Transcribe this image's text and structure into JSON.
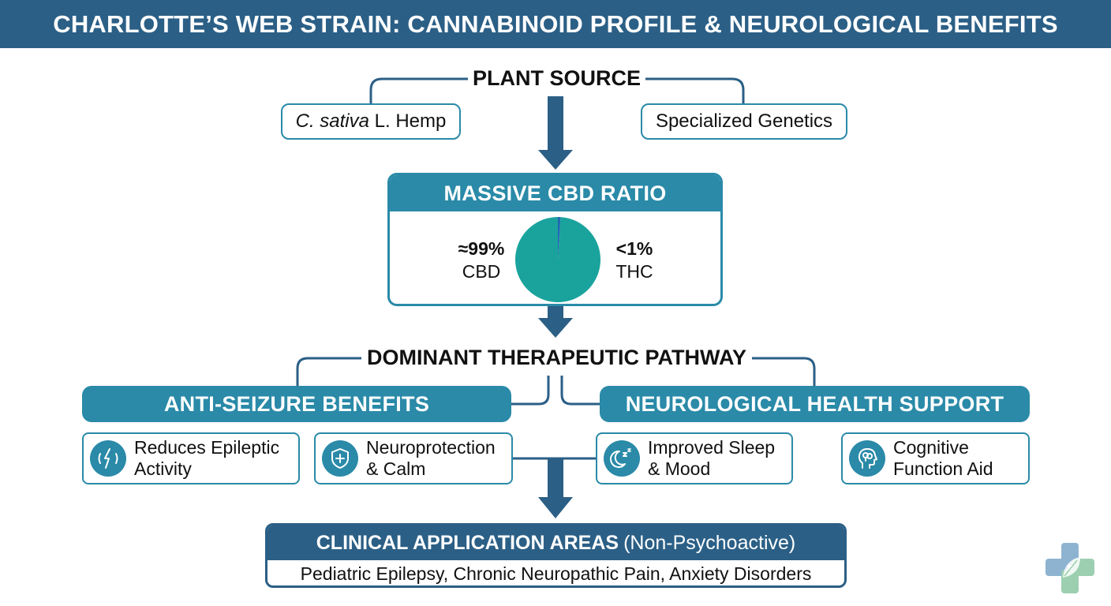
{
  "title": "CHARLOTTE’S WEB STRAIN: CANNABINOID PROFILE & NEUROLOGICAL BENEFITS",
  "plant_source": {
    "heading": "PLANT SOURCE",
    "left_italic": "C. sativa",
    "left_rest": " L. Hemp",
    "right": "Specialized Genetics"
  },
  "ratio": {
    "heading": "MASSIVE CBD RATIO",
    "cbd_value": "≈99%",
    "cbd_label": "CBD",
    "thc_value": "<1%",
    "thc_label": "THC",
    "cbd_fraction": 0.99,
    "thc_fraction": 0.01,
    "colors": {
      "cbd": "#1aa39d",
      "thc": "#2166b3"
    }
  },
  "pathway": {
    "heading": "DOMINANT THERAPEUTIC PATHWAY",
    "left": {
      "heading": "ANTI-SEIZURE BENEFITS",
      "items": [
        {
          "label": "Reduces Epileptic Activity",
          "icon": "lightning-wave-icon"
        },
        {
          "label": "Neuroprotection & Calm",
          "icon": "shield-cross-icon"
        }
      ]
    },
    "right": {
      "heading": "NEUROLOGICAL HEALTH SUPPORT",
      "items": [
        {
          "label": "Improved Sleep & Mood",
          "icon": "moon-sleep-icon"
        },
        {
          "label": "Cognitive Function Aid",
          "icon": "head-brain-icon"
        }
      ]
    }
  },
  "clinical": {
    "heading_bold": "CLINICAL APPLICATION AREAS",
    "heading_rest": "(Non-Psychoactive)",
    "body": "Pediatric Epilepsy, Chronic Neuropathic Pain, Anxiety Disorders"
  },
  "colors": {
    "title_bar": "#2b5f86",
    "accent": "#2a8aa8",
    "arrow": "#2b5f86",
    "logo_blue": "#8db3d1",
    "logo_green": "#9ccfb0"
  }
}
